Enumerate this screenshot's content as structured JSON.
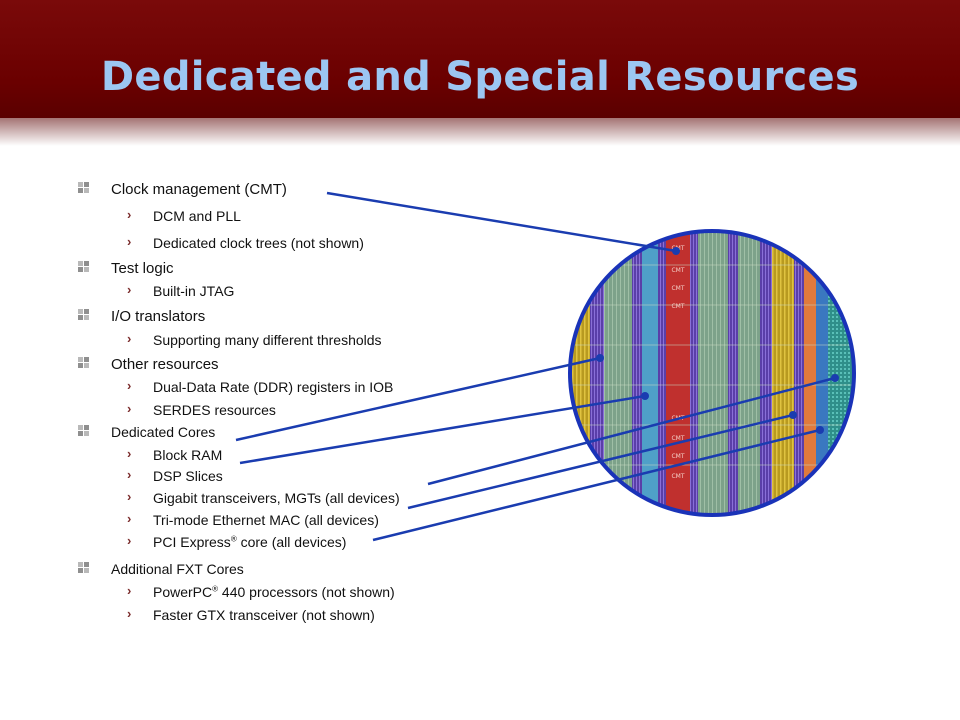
{
  "slide": {
    "title": "Dedicated and Special Resources"
  },
  "bullets": [
    {
      "text": "Clock management (CMT)",
      "sub": [
        "DCM and PLL",
        "Dedicated clock trees (not shown)"
      ]
    },
    {
      "text": "Test logic",
      "sub": [
        "Built-in JTAG"
      ]
    },
    {
      "text": "I/O translators",
      "sub": [
        "Supporting many different thresholds"
      ]
    },
    {
      "text": "Other resources",
      "sub": [
        "Dual-Data Rate (DDR) registers in IOB",
        "SERDES resources"
      ]
    },
    {
      "text": "Dedicated Cores",
      "sub": [
        "Block RAM",
        "DSP Slices",
        "Gigabit transceivers, MGTs (all devices)",
        "Tri-mode Ethernet MAC (all devices)",
        "PCI Express",
        "® core (all devices)"
      ]
    },
    {
      "text": "Additional FXT Cores",
      "sub": [
        "PowerPC",
        "® 440 processors (not shown)",
        "Faster GTX transceiver (not shown)"
      ]
    }
  ],
  "die_labels": [
    "CMT",
    "CMT",
    "CMT",
    "CMT",
    "CMT",
    "CMT",
    "CMT",
    "CMT"
  ],
  "colors": {
    "header": "#6a0000",
    "title": "#9cc6f2",
    "callout": "#1a3cb0",
    "circle_border": "#1a33b8"
  }
}
